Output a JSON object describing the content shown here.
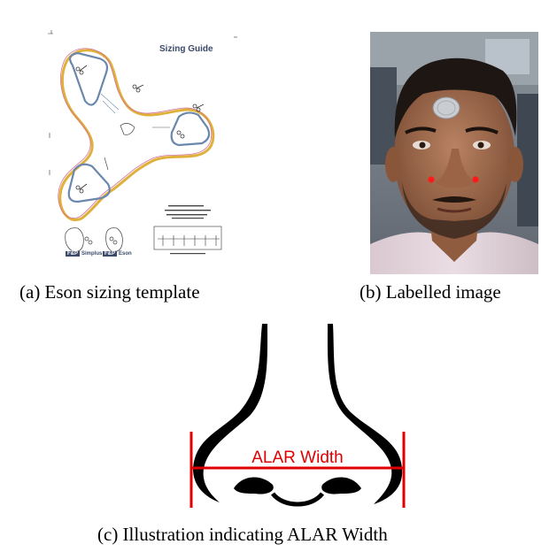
{
  "panel_a": {
    "sheet_title": "Sizing Guide",
    "brand_left": "Simplus",
    "brand_right": "Eson",
    "brand_tag": "F&P"
  },
  "captions": {
    "a": "(a) Eson sizing template",
    "b": "(b) Labelled image",
    "c": "(c) Illustration indicating ALAR Width"
  },
  "panel_c": {
    "label": "ALAR Width",
    "accent_color": "#e00000"
  },
  "colors": {
    "template_outline_gold": "#e0b13a",
    "template_outline_blue": "#6a88ad",
    "template_outline_pink": "#d56f9a",
    "landmark_red": "#ff1a1a"
  }
}
